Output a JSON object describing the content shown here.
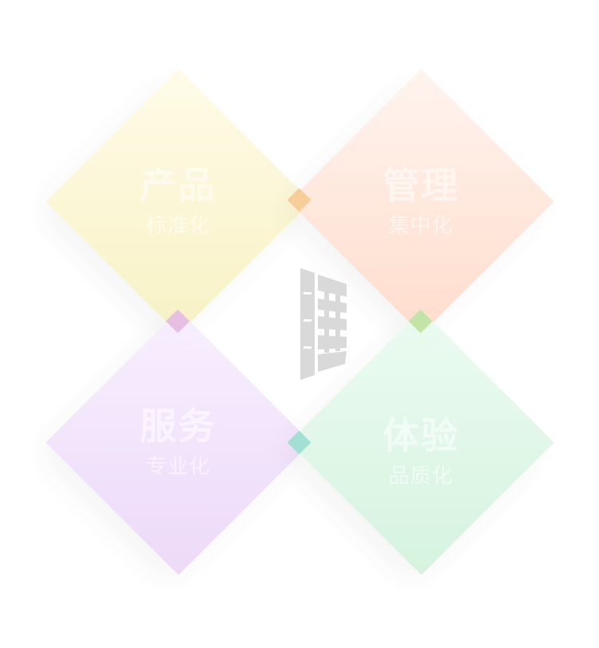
{
  "quadrants": [
    {
      "main": "产品",
      "sub": "标准化",
      "color": "#fbf4c9"
    },
    {
      "main": "管理",
      "sub": "集中化",
      "color": "#ffe1d2"
    },
    {
      "main": "服务",
      "sub": "专业化",
      "color": "#efdcfb"
    },
    {
      "main": "体验",
      "sub": "品质化",
      "color": "#d8f5e2"
    }
  ],
  "overlap_colors": {
    "top": "#f7cd9a",
    "left": "#e8bfe4",
    "right": "#c3e4a9",
    "bottom": "#a3dfd3"
  },
  "center_logo": {
    "icon": "brand-logo-icon",
    "color": "#d9d9d9"
  }
}
